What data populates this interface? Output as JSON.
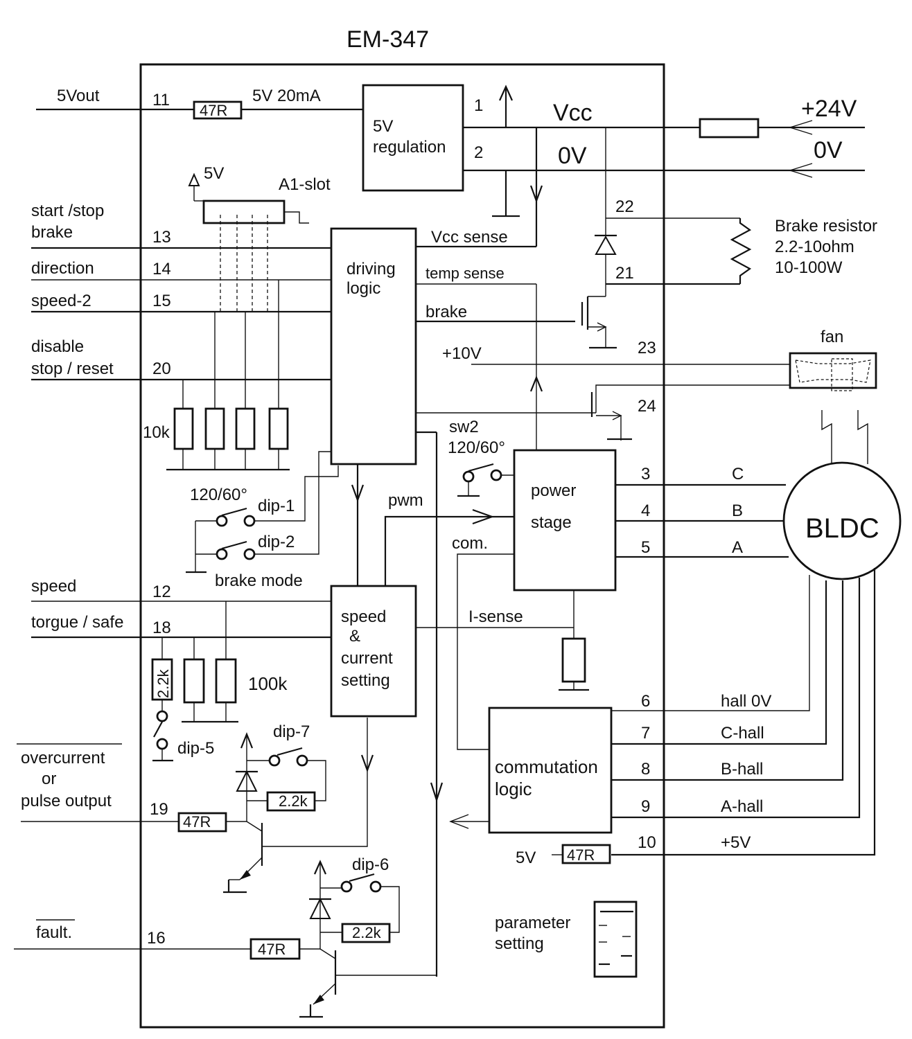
{
  "title": "EM-347",
  "labels": {
    "out5v": "5Vout",
    "p11": "11",
    "r11": "47R",
    "ma": "5V  20mA",
    "reg1": "5V",
    "reg2": "regulation",
    "pin1": "1",
    "pin2": "2",
    "vcc": "Vcc",
    "ov": "0V",
    "p24v": "+24V",
    "p0v": "0V",
    "p5v": "5V",
    "a1slot": "A1-slot",
    "startstop": "start /stop",
    "brake": "brake",
    "p13": "13",
    "direction": "direction",
    "p14": "14",
    "speed2": "speed-2",
    "p15": "15",
    "disable": "disable",
    "stopreset": "stop / reset",
    "p20": "20",
    "r10k": "10k",
    "drv1": "driving",
    "drv2": "logic",
    "vccsense": "Vcc sense",
    "tempsense": "temp sense",
    "brakesig": "brake",
    "p10v": "+10V",
    "p22": "22",
    "p21": "21",
    "p23": "23",
    "p24": "24",
    "brres": "Brake resistor",
    "brres2": "2.2-10ohm",
    "brres3": "10-100W",
    "fan": "fan",
    "sw2": "sw2",
    "ang1": "120/60°",
    "ang2": "120/60°",
    "dip1": "dip-1",
    "dip2": "dip-2",
    "brakemode": "brake mode",
    "pwm": "pwm",
    "com": "com.",
    "ps1": "power",
    "ps2": "stage",
    "p3": "3",
    "p4": "4",
    "p5": "5",
    "phc": "C",
    "phb": "B",
    "pha": "A",
    "bldc": "BLDC",
    "speed": "speed",
    "p12": "12",
    "torque": "torgue / safe",
    "p18": "18",
    "sc1": "speed",
    "sc2": "&",
    "sc3": "current",
    "sc4": "setting",
    "isense": "I-sense",
    "r22a": "2.2k",
    "r100k": "100k",
    "dip5": "dip-5",
    "dip7": "dip-7",
    "r22b": "2.2k",
    "oc1": "overcurrent",
    "oc2": "or",
    "oc3": "pulse output",
    "p19": "19",
    "r19": "47R",
    "cl1": "commutation",
    "cl2": "logic",
    "p6": "6",
    "p7": "7",
    "p8": "8",
    "p9": "9",
    "p10": "10",
    "hall0v": "hall 0V",
    "chall": "C-hall",
    "bhall": "B-hall",
    "ahall": "A-hall",
    "p5vh": "+5V",
    "v5b": "5V",
    "r10": "47R",
    "dip6": "dip-6",
    "r22c": "2.2k",
    "fault": "fault.",
    "p16": "16",
    "r16": "47R",
    "param1": "parameter",
    "param2": "setting"
  }
}
